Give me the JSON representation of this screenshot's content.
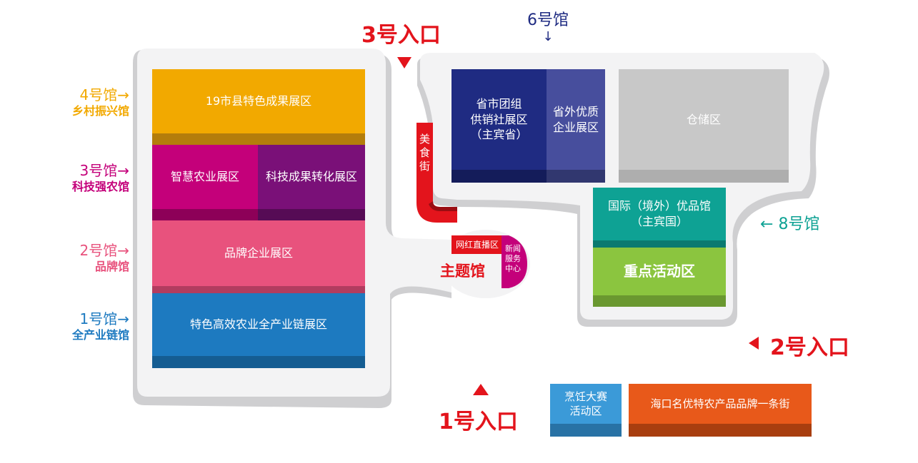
{
  "colors": {
    "hall4": "#f2a900",
    "hall4_dark": "#b47d0b",
    "hall3a": "#c4007a",
    "hall3a_dark": "#8d0058",
    "hall3b": "#7a1078",
    "hall3b_dark": "#560b55",
    "hall2": "#e8527d",
    "hall2_dark": "#b23c5f",
    "hall1": "#1d7ac0",
    "hall1_dark": "#155d92",
    "hall6a": "#1f2b82",
    "hall6a_dark": "#141c5a",
    "hall6b": "#474e9d",
    "hall6b_dark": "#31376f",
    "storage": "#c8c8c8",
    "storage_dark": "#aeaeae",
    "intl": "#0ea294",
    "intl_dark": "#0a7a70",
    "key": "#8bc53f",
    "key_dark": "#6a9830",
    "cooking": "#3b9ad8",
    "cooking_dark": "#2872a5",
    "street": "#e8591a",
    "street_dark": "#a83e0f",
    "red": "#e3141c",
    "floor": "#f3f3f4",
    "wall": "#cfcfd1"
  },
  "entrances": {
    "entrance3": "3号入口",
    "entrance2": "2号入口",
    "entrance1": "1号入口"
  },
  "hall6_label": {
    "text": "6号馆",
    "arrow": "↓"
  },
  "hall8_label": {
    "arrow": "←",
    "text": "8号馆"
  },
  "side_labels": [
    {
      "title": "4号馆→",
      "sub": "乡村振兴馆",
      "color": "#f2a900"
    },
    {
      "title": "3号馆→",
      "sub": "科技强农馆",
      "color": "#c4007a"
    },
    {
      "title": "2号馆→",
      "sub": "品牌馆",
      "color": "#e8527d"
    },
    {
      "title": "1号馆→",
      "sub": "全产业链馆",
      "color": "#1d7ac0"
    }
  ],
  "zones": {
    "city19": "19市县特色成果展区",
    "smart_agri": "智慧农业展区",
    "tech_transfer": "科技成果转化展区",
    "brand": "品牌企业展区",
    "industry_chain": "特色高效农业全产业链展区",
    "provincial": [
      "省市团组",
      "供销社展区",
      "（主宾省）"
    ],
    "outside_prov": [
      "省外优质",
      "企业展区"
    ],
    "storage": "仓储区",
    "international": [
      "国际（境外）优品馆",
      "（主宾国）"
    ],
    "key_activity": "重点活动区",
    "food_street": [
      "美",
      "食",
      "街"
    ],
    "livestream": "网红直播区",
    "news": [
      "新闻",
      "服务",
      "中心"
    ],
    "theme_hall": "主题馆",
    "cooking": [
      "烹饪大赛",
      "活动区"
    ],
    "haikou_street": "海口名优特农产品品牌一条街"
  }
}
